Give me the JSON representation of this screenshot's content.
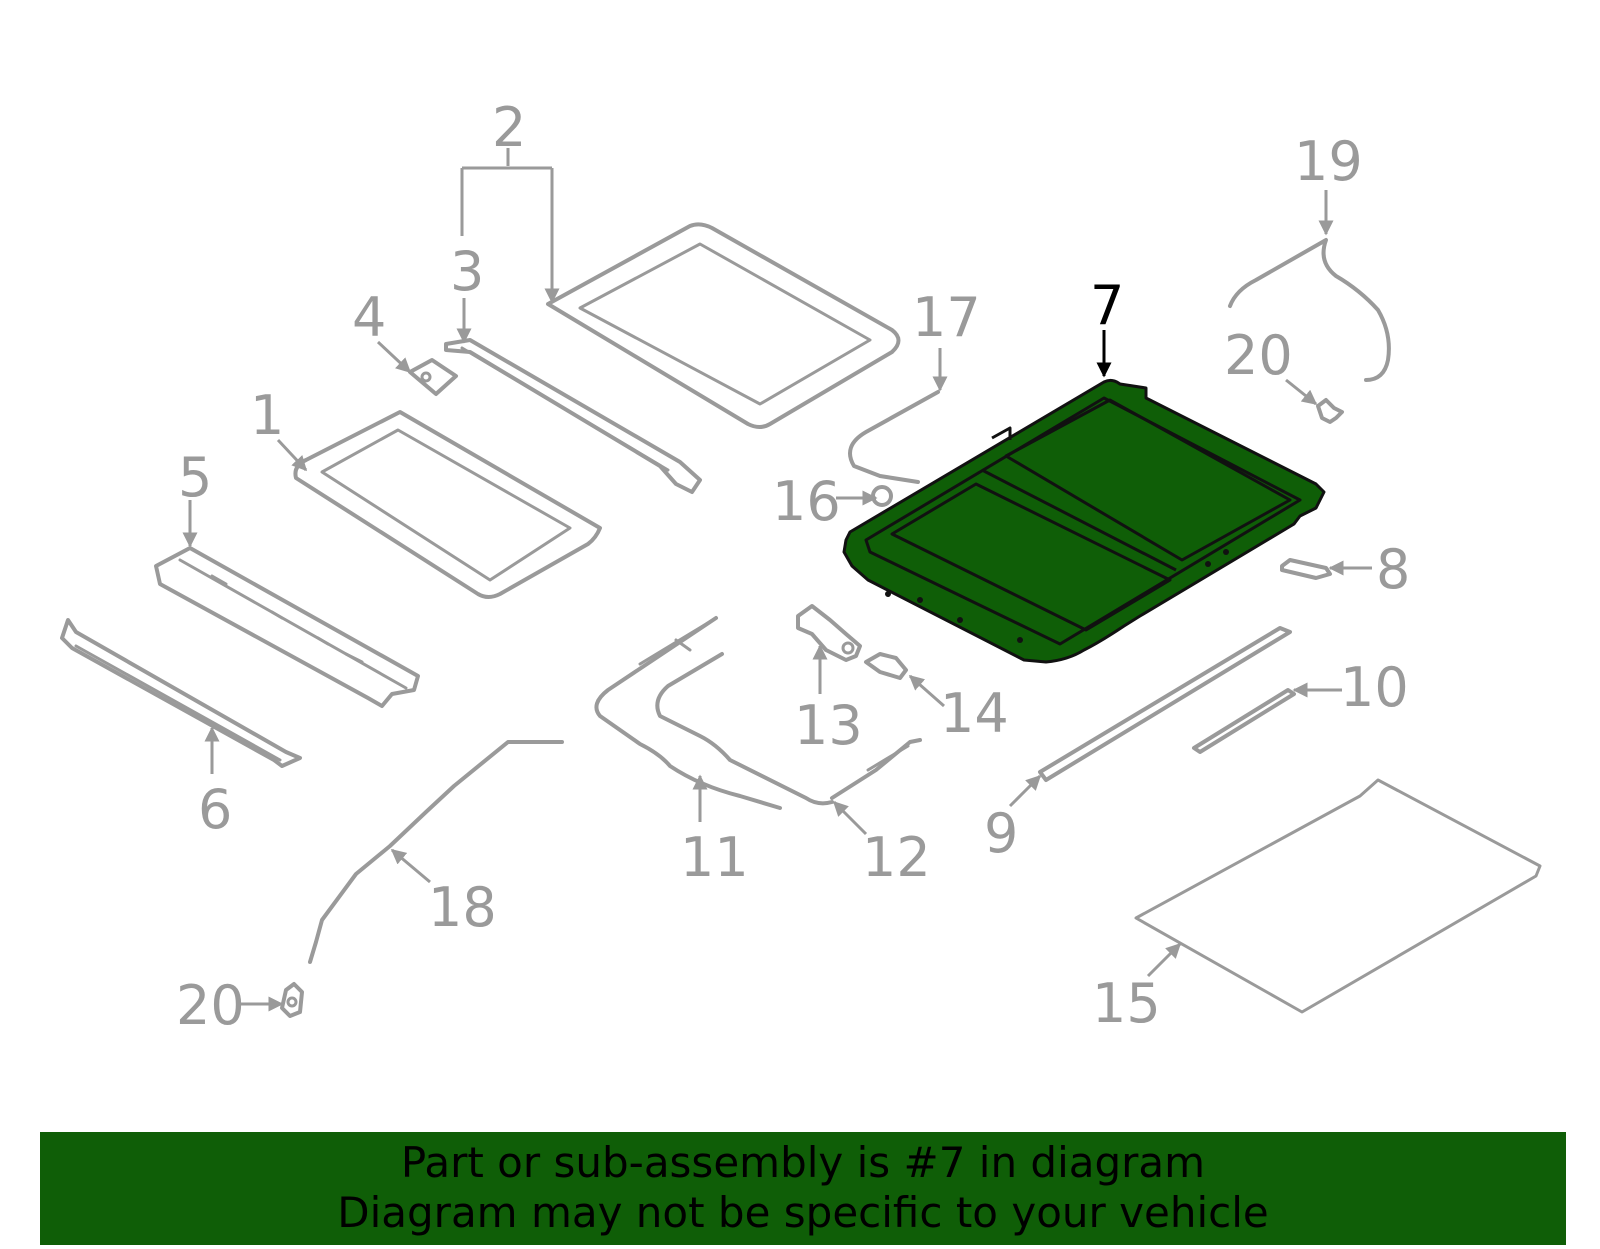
{
  "colors": {
    "part_stroke": "#9a9a9a",
    "highlight_fill": "#0f5e07",
    "highlight_label": "#000000",
    "banner_background": "#0f5e07"
  },
  "highlighted_part": "7",
  "callouts": {
    "c1": "1",
    "c2": "2",
    "c3": "3",
    "c4": "4",
    "c5": "5",
    "c6": "6",
    "c7": "7",
    "c8": "8",
    "c9": "9",
    "c10": "10",
    "c11": "11",
    "c12": "12",
    "c13": "13",
    "c14": "14",
    "c15": "15",
    "c16": "16",
    "c17": "17",
    "c18": "18",
    "c19": "19",
    "c20a": "20",
    "c20b": "20"
  },
  "banner": {
    "line1": "Part or sub-assembly is #7 in diagram",
    "line2": "Diagram may not be specific to your vehicle"
  }
}
